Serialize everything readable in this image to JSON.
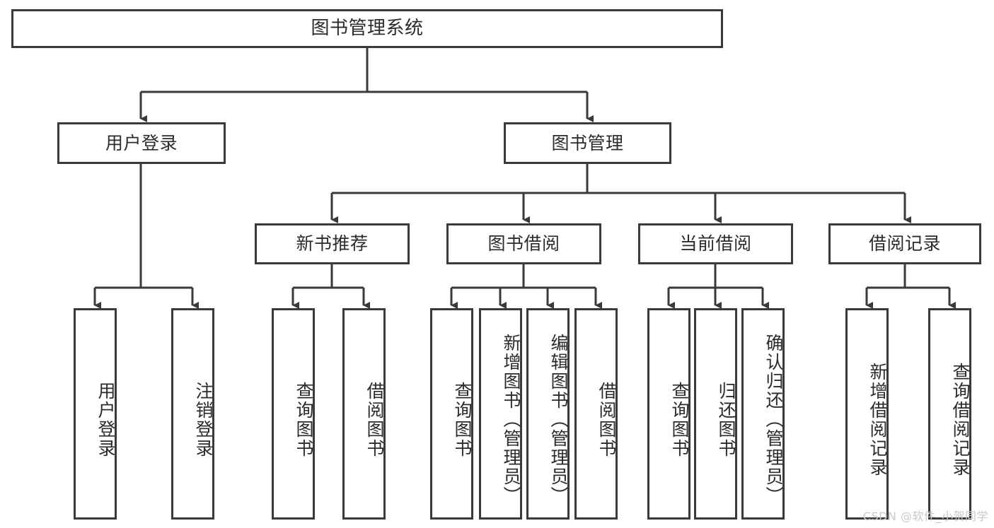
{
  "diagram": {
    "title": "图书管理系统",
    "type": "tree-hierarchy-diagram",
    "watermark": "CSDN @软件_小贺同学",
    "colors": {
      "border": "#3a3a3a",
      "background": "#ffffff",
      "text": "#2b2b2b",
      "watermark": "#c9c9c9"
    },
    "root": {
      "label": "图书管理系统"
    },
    "level2": [
      {
        "label": "用户登录"
      },
      {
        "label": "图书管理"
      }
    ],
    "level3": [
      {
        "label": "新书推荐"
      },
      {
        "label": "图书借阅"
      },
      {
        "label": "当前借阅"
      },
      {
        "label": "借阅记录"
      }
    ],
    "leaves": {
      "user_login": [
        {
          "label": "用户登录"
        },
        {
          "label": "注销登录"
        }
      ],
      "new_book_recommend": [
        {
          "label": "查询图书"
        },
        {
          "label": "借阅图书"
        }
      ],
      "book_borrow": [
        {
          "label": "查询图书"
        },
        {
          "label": "新增图书（管理员）"
        },
        {
          "label": "编辑图书（管理员）"
        },
        {
          "label": "借阅图书"
        }
      ],
      "current_borrow": [
        {
          "label": "查询图书"
        },
        {
          "label": "归还图书"
        },
        {
          "label": "确认归还（管理员）"
        }
      ],
      "borrow_record": [
        {
          "label": "新增借阅记录"
        },
        {
          "label": "查询借阅记录"
        }
      ]
    }
  }
}
